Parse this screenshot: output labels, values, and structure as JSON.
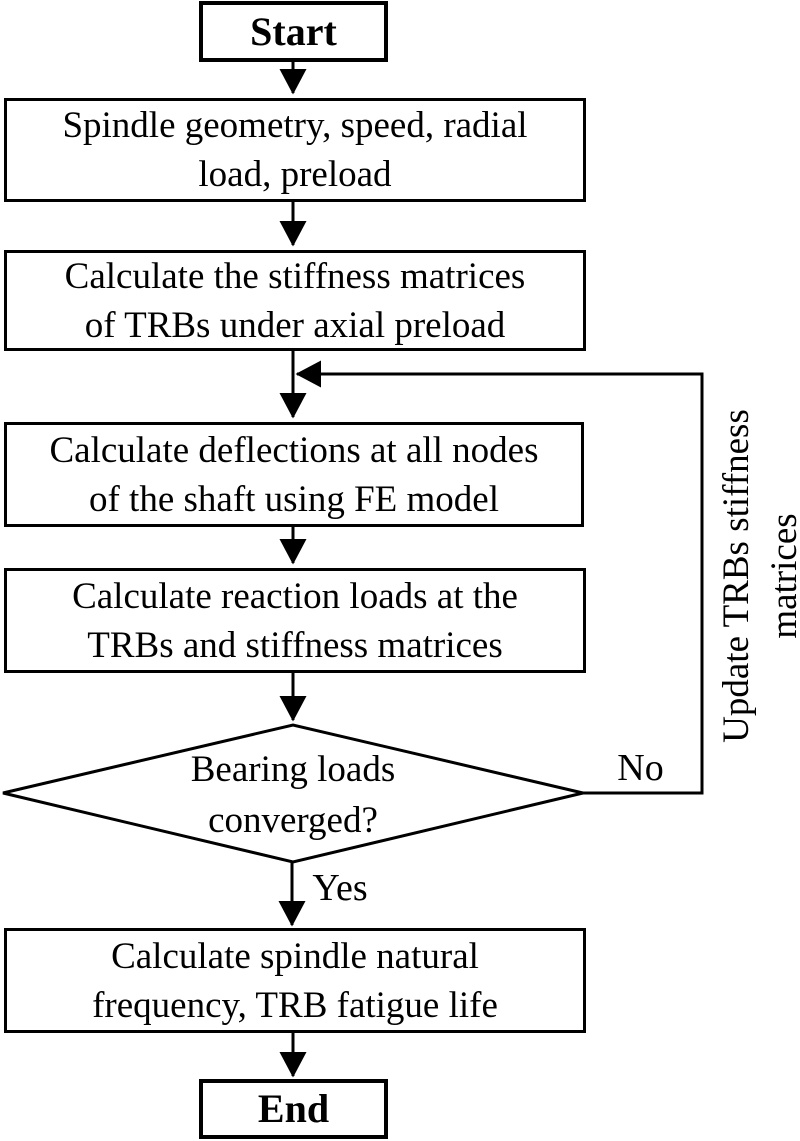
{
  "colors": {
    "ink": "#000000",
    "paper": "#ffffff"
  },
  "diagram": {
    "nodes": {
      "start": "Start",
      "input": "Spindle geometry, speed, radial\nload, preload",
      "stiffness": "Calculate the stiffness matrices\nof TRBs under axial preload",
      "deflections": "Calculate deflections at all nodes\nof the shaft using FE model",
      "reaction": "Calculate reaction loads at the\nTRBs and stiffness matrices",
      "decision": "Bearing loads\nconverged?",
      "output": "Calculate spindle natural\nfrequency, TRB fatigue life",
      "end": "End"
    },
    "edge_labels": {
      "yes": "Yes",
      "no": "No",
      "feedback": "Update TRBs stiffness\nmatrices"
    }
  }
}
